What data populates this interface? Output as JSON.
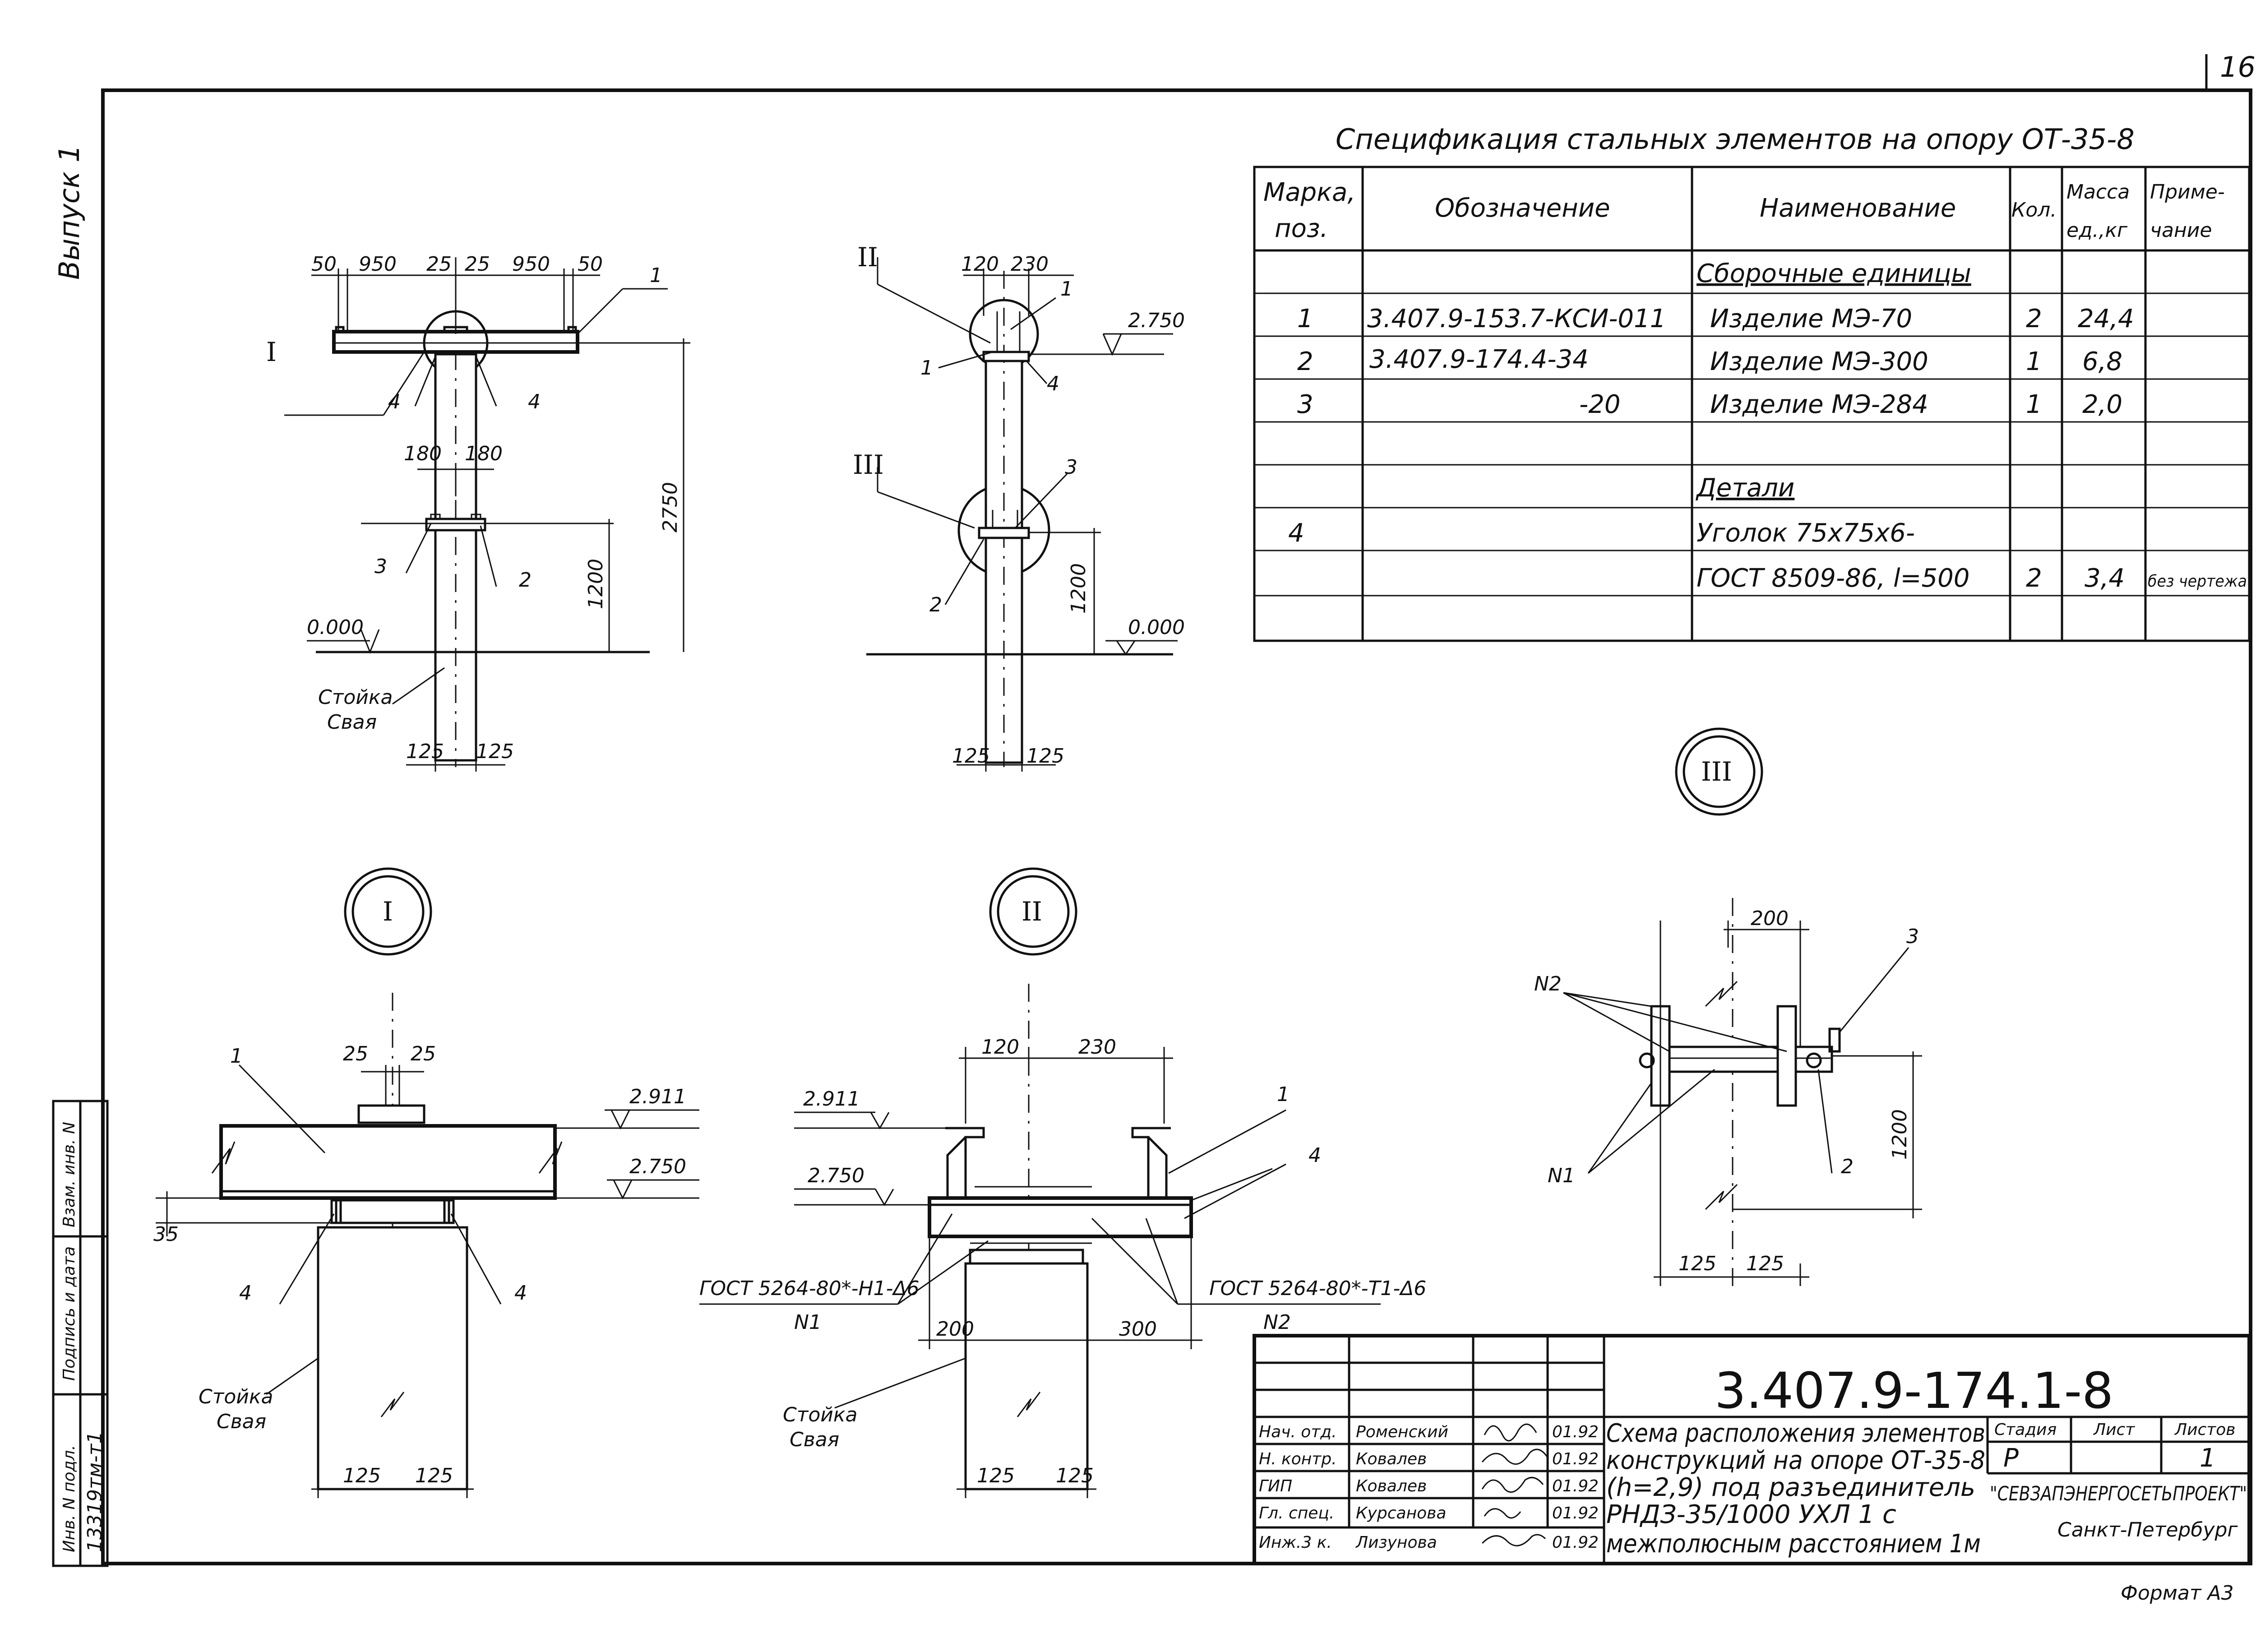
{
  "page_number": "16",
  "side_title": "Выпуск 1",
  "inventory": {
    "inv_label": "Инв. N подл.",
    "sign_label": "Подпись и дата",
    "replace_label": "Взам. инв. N",
    "inv_value": "13319тм-т1"
  },
  "spec": {
    "title": "Спецификация стальных элементов на опору ОТ-35-8",
    "headers": {
      "mark": "Марка, поз.",
      "mark_1": "Марка,",
      "mark_2": "поз.",
      "designation": "Обозначение",
      "name": "Наименование",
      "qty": "Кол.",
      "mass_1": "Масса",
      "mass_2": "ед.,кг",
      "note_1": "Приме-",
      "note_2": "чание"
    },
    "rows": [
      {
        "mark": "",
        "designation": "",
        "name": "Сборочные единицы",
        "qty": "",
        "mass": "",
        "note": ""
      },
      {
        "mark": "1",
        "designation": "3.407.9-153.7-КСИ-011",
        "name": "Изделие МЭ-70",
        "qty": "2",
        "mass": "24,4",
        "note": ""
      },
      {
        "mark": "2",
        "designation": "3.407.9-174.4-34",
        "name": "Изделие МЭ-300",
        "qty": "1",
        "mass": "6,8",
        "note": ""
      },
      {
        "mark": "3",
        "designation": "-20",
        "name": "Изделие МЭ-284",
        "qty": "1",
        "mass": "2,0",
        "note": ""
      },
      {
        "mark": "",
        "designation": "",
        "name": "",
        "qty": "",
        "mass": "",
        "note": ""
      },
      {
        "mark": "",
        "designation": "",
        "name": "Детали",
        "qty": "",
        "mass": "",
        "note": ""
      },
      {
        "mark": "4",
        "designation": "",
        "name": "Уголок 75х75х6-",
        "qty": "",
        "mass": "",
        "note": ""
      },
      {
        "mark": "",
        "designation": "",
        "name": "ГОСТ 8509-86, l=500",
        "qty": "2",
        "mass": "3,4",
        "note": "без чертежа"
      },
      {
        "mark": "",
        "designation": "",
        "name": "",
        "qty": "",
        "mass": "",
        "note": ""
      }
    ]
  },
  "views": {
    "front": {
      "dims_top": [
        "50",
        "950",
        "25",
        "25",
        "950",
        "50"
      ],
      "dim_180_l": "180",
      "dim_180_r": "180",
      "dim_2750": "2750",
      "dim_1200": "1200",
      "level_0": "0.000",
      "label_stoyka": "Стойка",
      "label_svaya": "Свая",
      "dim_125_l": "125",
      "dim_125_r": "125",
      "pos": [
        "1",
        "4",
        "4",
        "3",
        "2"
      ],
      "callout_I": "I"
    },
    "side": {
      "dim_120": "120",
      "dim_230": "230",
      "level_2750": "2.750",
      "level_0": "0.000",
      "dim_1200": "1200",
      "dim_125_l": "125",
      "dim_125_r": "125",
      "pos": [
        "1",
        "1",
        "4",
        "3",
        "2"
      ],
      "callout_II": "II",
      "callout_III": "III"
    },
    "detail_I": {
      "callout": "I",
      "dim_25_l": "25",
      "dim_25_r": "25",
      "level_2911": "2.911",
      "level_2750": "2.750",
      "dim_35": "35",
      "pos": [
        "1",
        "4",
        "4"
      ],
      "label_stoyka": "Стойка",
      "label_svaya": "Свая",
      "dim_125_l": "125",
      "dim_125_r": "125"
    },
    "detail_II": {
      "callout": "II",
      "dim_120": "120",
      "dim_230": "230",
      "level_2911": "2.911",
      "level_2750": "2.750",
      "pos": [
        "1",
        "4"
      ],
      "weld_left": "ГОСТ 5264-80*-Н1-Δ6",
      "weld_right": "ГОСТ 5264-80*-Т1-Δ6",
      "n1": "N1",
      "n2": "N2",
      "dim_200": "200",
      "dim_300": "300",
      "label_stoyka": "Стойка",
      "label_svaya": "Свая",
      "dim_125_l": "125",
      "dim_125_r": "125"
    },
    "detail_III": {
      "callout": "III",
      "dim_200": "200",
      "dim_1200": "1200",
      "n1": "N1",
      "n2": "N2",
      "pos": [
        "3",
        "2"
      ],
      "dim_125_l": "125",
      "dim_125_r": "125"
    }
  },
  "title_block": {
    "code": "3.407.9-174.1-8",
    "desc_lines": [
      "Схема расположения элементов",
      "конструкций на опоре ОТ-35-8",
      "(h=2,9) под разъединитель",
      "РНДЗ-35/1000 УХЛ 1 с",
      "межполюсным расстоянием 1м"
    ],
    "people": [
      {
        "role": "Нач. отд.",
        "name": "Роменский",
        "date": "01.92"
      },
      {
        "role": "Н. контр.",
        "name": "Ковалев",
        "date": "01.92"
      },
      {
        "role": "ГИП",
        "name": "Ковалев",
        "date": "01.92"
      },
      {
        "role": "Гл. спец.",
        "name": "Курсанова",
        "date": "01.92"
      },
      {
        "role": "Инж.3 к.",
        "name": "Лизунова",
        "date": "01.92"
      }
    ],
    "stage_label": "Стадия",
    "sheet_label": "Лист",
    "sheets_label": "Листов",
    "stage": "Р",
    "sheets": "1",
    "org": "\"СЕВЗАПЭНЕРГОСЕТЬПРОЕКТ\"",
    "city": "Санкт-Петербург"
  },
  "format": "Формат А3"
}
